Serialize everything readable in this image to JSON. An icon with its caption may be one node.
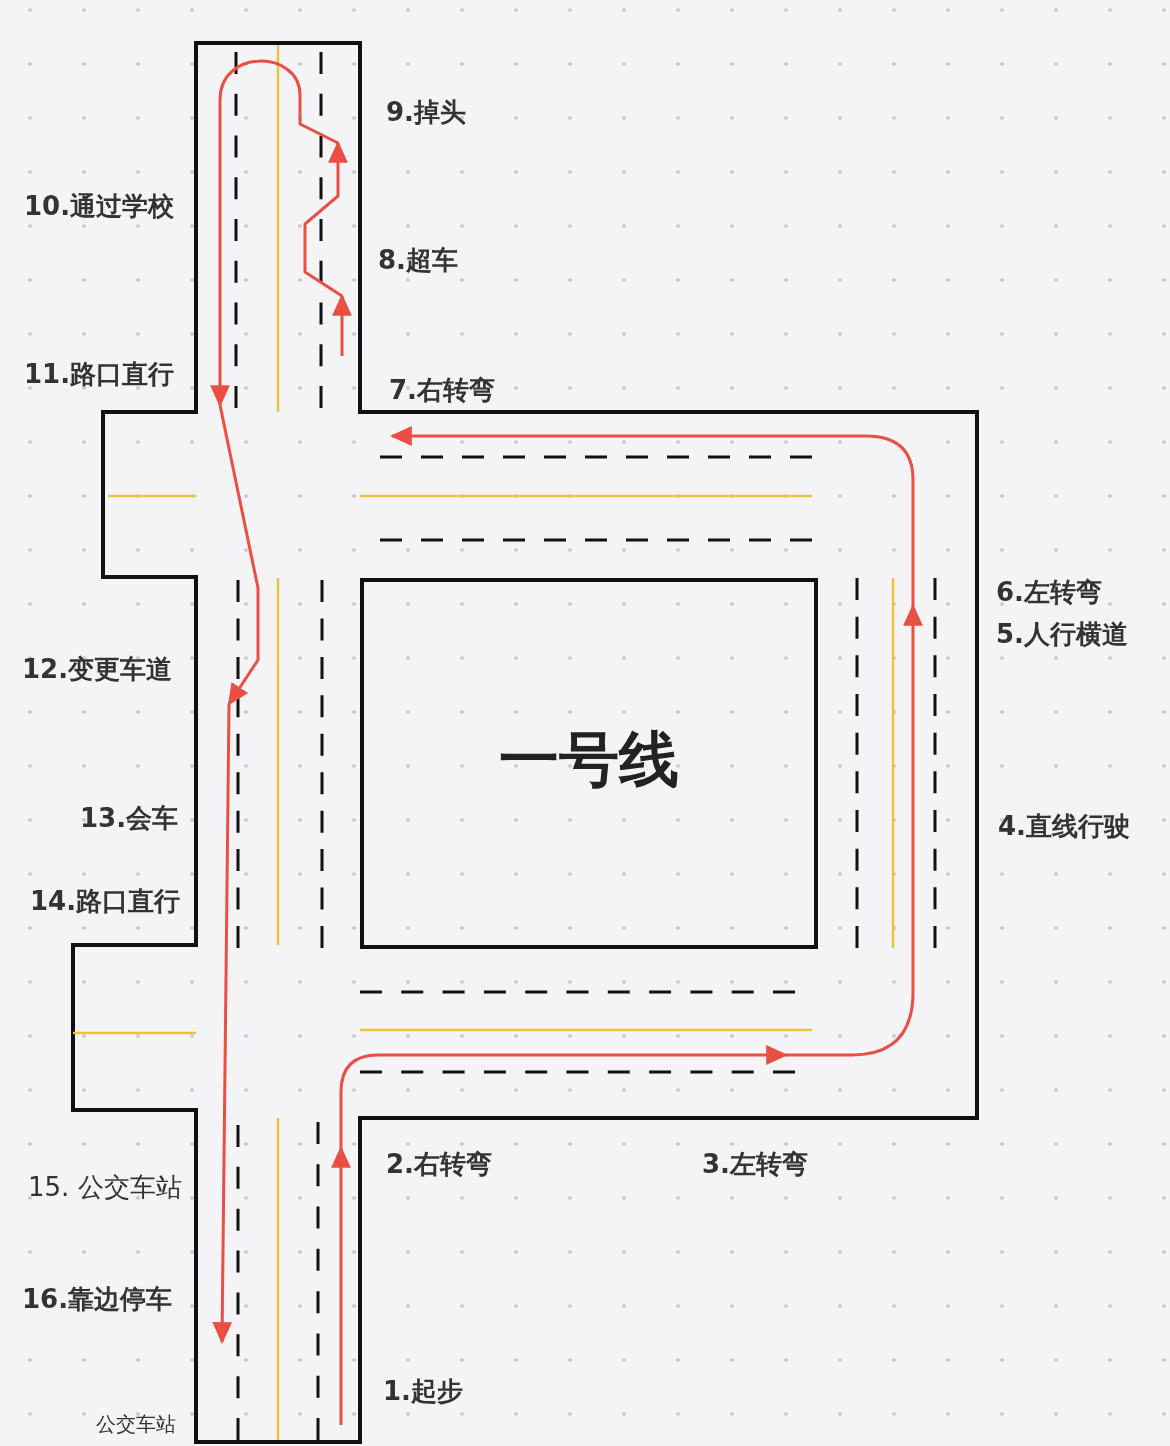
{
  "diagram": {
    "nodes": [
      {
        "text": [
          "一号线"
        ]
      }
    ],
    "labels": [
      "9.掉头",
      "10.通过学校",
      "8.超车",
      "11.路口直行",
      "7.右转弯",
      "6.左转弯",
      "5.人行横道",
      "12.变更车道",
      "13.会车",
      "4.直线行驶",
      "14.路口直行",
      "2.右转弯",
      "3.左转弯",
      "15. 公交车站",
      "16.靠边停车",
      "1.起步",
      "公交车站"
    ]
  }
}
